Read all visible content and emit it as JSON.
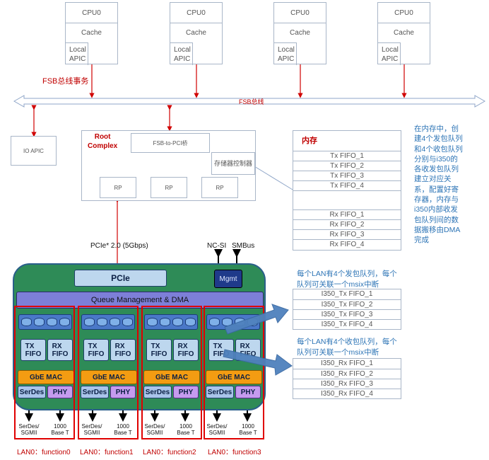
{
  "cpus": [
    {
      "title": "CPU0",
      "cache": "Cache",
      "apic": "Local\nAPIC"
    },
    {
      "title": "CPU0",
      "cache": "Cache",
      "apic": "Local\nAPIC"
    },
    {
      "title": "CPU0",
      "cache": "Cache",
      "apic": "Local\nAPIC"
    },
    {
      "title": "CPU0",
      "cache": "Cache",
      "apic": "Local\nAPIC"
    }
  ],
  "fsb_tx_label": "FSB总线事务",
  "fsb_bus_label": "FSB总线",
  "io_apic": "IO APIC",
  "root_complex": {
    "title": "Root\nComplex",
    "bridge": "FSB-to-PCI桥",
    "mem_ctrl": "存储器控制器",
    "rp_labels": [
      "RP",
      "RP",
      "RP"
    ]
  },
  "memory": {
    "title": "内存",
    "tx_fifos": [
      "Tx FIFO_1",
      "Tx FIFO_2",
      "Tx FIFO_3",
      "Tx FIFO_4"
    ],
    "rx_fifos": [
      "Rx FIFO_1",
      "Rx FIFO_2",
      "Rx FIFO_3",
      "Rx FIFO_4"
    ]
  },
  "memory_note": "在内存中，创建4个发包队列和4个收包队列分别与i350的各收发包队列建立对应关系，配置好寄存器，内存与i350内部收发包队列间的数据搬移由DMA完成",
  "pcie_label": "PCIe* 2.0 (5Gbps)",
  "ncsi_label": "NC-SI",
  "smbus_label": "SMBus",
  "nic": {
    "pcie": "PCIe",
    "mgmt": "Mgmt",
    "qm_dma": "Queue Management & DMA",
    "lanes": [
      {
        "tx": "TX\nFIFO",
        "rx": "RX\nFIFO",
        "mac": "GbE MAC",
        "serdes": "SerDes",
        "phy": "PHY",
        "port1": "SerDes/\nSGMII",
        "port2": "1000\nBase T"
      },
      {
        "tx": "TX\nFIFO",
        "rx": "RX\nFIFO",
        "mac": "GbE MAC",
        "serdes": "SerDes",
        "phy": "PHY",
        "port1": "SerDes/\nSGMII",
        "port2": "1000\nBase T"
      },
      {
        "tx": "TX\nFIFO",
        "rx": "RX\nFIFO",
        "mac": "GbE MAC",
        "serdes": "SerDes",
        "phy": "PHY",
        "port1": "SerDes/\nSGMII",
        "port2": "1000\nBase T"
      },
      {
        "tx": "TX\nFIFO",
        "rx": "RX\nFIFO",
        "mac": "GbE MAC",
        "serdes": "SerDes",
        "phy": "PHY",
        "port1": "SerDes/\nSGMII",
        "port2": "1000\nBase T"
      }
    ]
  },
  "functions": [
    "LAN0：function0",
    "LAN0：function1",
    "LAN0：function2",
    "LAN0：function3"
  ],
  "tx_queue_note": "每个LAN有4个发包队列，每个队列可关联一个msix中断",
  "rx_queue_note": "每个LAN有4个收包队列，每个队列可关联一个msix中断",
  "i350_tx": [
    "I350_Tx FIFO_1",
    "I350_Tx FIFO_2",
    "I350_Tx FIFO_3",
    "I350_Tx FIFO_4"
  ],
  "i350_rx": [
    "I350_Rx FIFO_1",
    "I350_Rx FIFO_2",
    "I350_Rx FIFO_3",
    "I350_Rx FIFO_4"
  ],
  "colors": {
    "accent_red": "#c00000",
    "note_blue": "#2e75b6",
    "nic_green": "#2e8b57",
    "mac_orange": "#f39c12",
    "phy_purple": "#c59bef"
  }
}
